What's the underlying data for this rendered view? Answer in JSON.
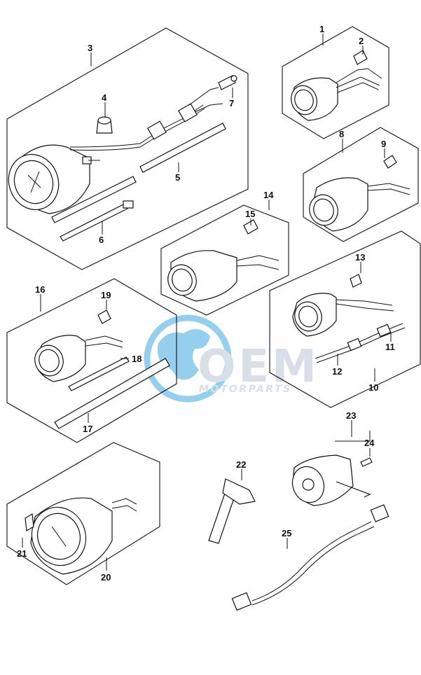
{
  "callouts": {
    "c1": "1",
    "c2": "2",
    "c3": "3",
    "c4": "4",
    "c5": "5",
    "c6": "6",
    "c7": "7",
    "c8": "8",
    "c9": "9",
    "c10": "10",
    "c11": "11",
    "c12": "12",
    "c13": "13",
    "c14": "14",
    "c15": "15",
    "c16": "16",
    "c17": "17",
    "c18": "18",
    "c19": "19",
    "c20": "20",
    "c21": "21",
    "c22": "22",
    "c23": "23",
    "c24": "24",
    "c25": "25"
  },
  "watermark": {
    "brand": "OEM",
    "tagline": "MOTORPARTS",
    "brand_color": "#b9c6d2",
    "globe_color": "#3fa9e0"
  }
}
